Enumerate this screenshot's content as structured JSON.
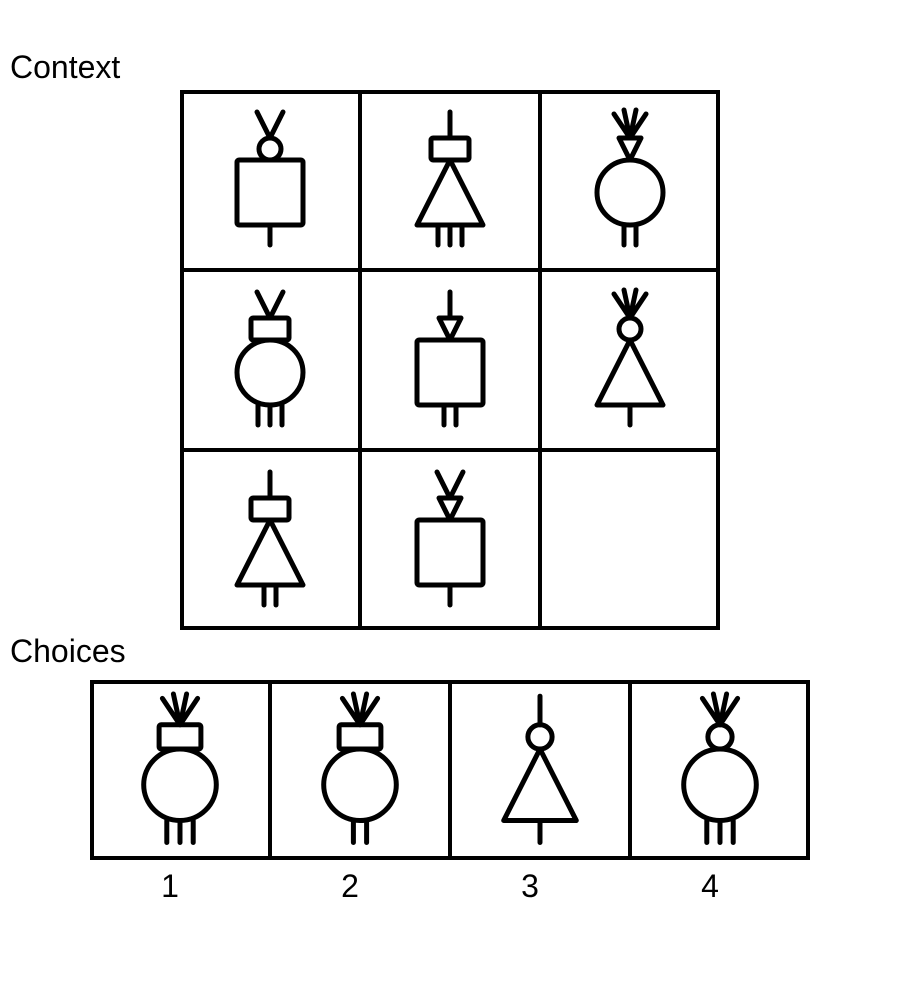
{
  "labels": {
    "context": "Context",
    "choices": "Choices"
  },
  "context": [
    {
      "head": "circle",
      "hair": "v",
      "body": "square",
      "legs": 1
    },
    {
      "head": "rect",
      "hair": "line",
      "body": "triangle",
      "legs": 3
    },
    {
      "head": "triangle",
      "hair": "fan",
      "body": "circle",
      "legs": 2
    },
    {
      "head": "rect",
      "hair": "v",
      "body": "circle",
      "legs": 3
    },
    {
      "head": "triangle",
      "hair": "line",
      "body": "square",
      "legs": 2
    },
    {
      "head": "circle",
      "hair": "fan",
      "body": "triangle",
      "legs": 1
    },
    {
      "head": "rect",
      "hair": "line",
      "body": "triangle",
      "legs": 2
    },
    {
      "head": "triangle",
      "hair": "v",
      "body": "square",
      "legs": 1
    },
    null
  ],
  "choices": [
    {
      "number": "1",
      "figure": {
        "head": "rect",
        "hair": "fan",
        "body": "circle",
        "legs": 3
      }
    },
    {
      "number": "2",
      "figure": {
        "head": "rect",
        "hair": "fan",
        "body": "circle",
        "legs": 2
      }
    },
    {
      "number": "3",
      "figure": {
        "head": "circle",
        "hair": "line",
        "body": "triangle",
        "legs": 1
      }
    },
    {
      "number": "4",
      "figure": {
        "head": "circle",
        "hair": "fan",
        "body": "circle",
        "legs": 3
      }
    }
  ]
}
